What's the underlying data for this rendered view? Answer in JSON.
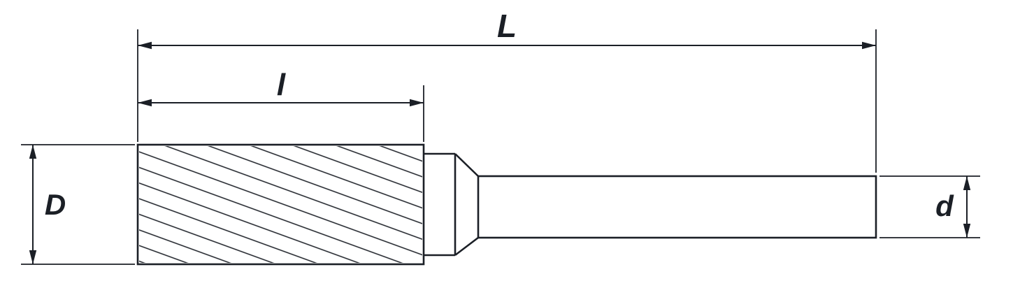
{
  "drawing": {
    "ink": "#1b1f26",
    "background": "#ffffff",
    "labels": {
      "total_length": "L",
      "flute_length": "l",
      "head_diameter": "D",
      "shank_diameter": "d"
    }
  }
}
